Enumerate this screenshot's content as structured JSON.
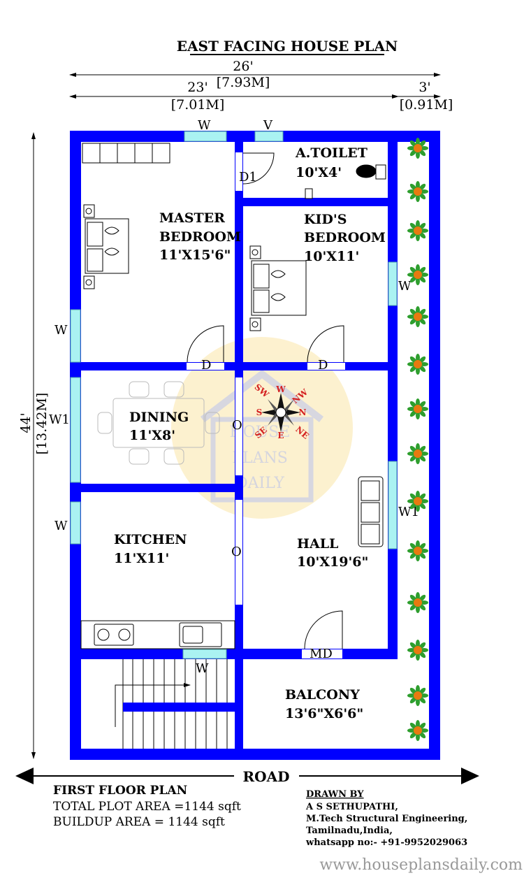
{
  "title": "EAST FACING HOUSE PLAN",
  "dimensions": {
    "overall_width_ft": "26'",
    "overall_width_m": "[7.93M]",
    "left_width_ft": "23'",
    "left_width_m": "[7.01M]",
    "right_width_ft": "3'",
    "right_width_m": "[0.91M]",
    "height_ft": "44'",
    "height_m": "[13.42M]"
  },
  "rooms": {
    "master": {
      "name": "MASTER",
      "name2": "BEDROOM",
      "size": "11'X15'6\""
    },
    "toilet": {
      "name": "A.TOILET",
      "size": "10'X4'"
    },
    "kids": {
      "name": "KID'S",
      "name2": "BEDROOM",
      "size": "10'X11'"
    },
    "dining": {
      "name": "DINING",
      "size": "11'X8'"
    },
    "kitchen": {
      "name": "KITCHEN",
      "size": "11'X11'"
    },
    "hall": {
      "name": "HALL",
      "size": "10'X19'6\""
    },
    "balcony": {
      "name": "BALCONY",
      "size": "13'6\"X6'6\""
    }
  },
  "openings": {
    "w": "W",
    "v": "V",
    "w1": "W1",
    "d": "D",
    "d1": "D1",
    "md": "MD",
    "o": "O"
  },
  "compass": {
    "w": "W",
    "nw": "NW",
    "sw": "SW",
    "s": "S",
    "n": "N",
    "se": "SE",
    "e": "E",
    "ne": "NE"
  },
  "watermark": {
    "line1": "HOUSE",
    "line2": "PLANS",
    "line3": "DAILY"
  },
  "road": "ROAD",
  "info": {
    "plan_label": "FIRST FLOOR PLAN",
    "plot_area": "TOTAL PLOT AREA =1144 sqft",
    "buildup_area": "BUILDUP AREA = 1144 sqft"
  },
  "credits": {
    "heading": "DRAWN BY",
    "name": "A S SETHUPATHI,",
    "degree": "M.Tech Structural Engineering,",
    "location": "Tamilnadu,India,",
    "contact": "whatsapp no:- +91-9952029063"
  },
  "website": "www.houseplansdaily.com",
  "colors": {
    "wall": "#0000ff",
    "window": "#aaf2f2",
    "compass_red": "#d42020",
    "plant_green": "#2e9e2e",
    "plant_flower": "#e87a10"
  }
}
